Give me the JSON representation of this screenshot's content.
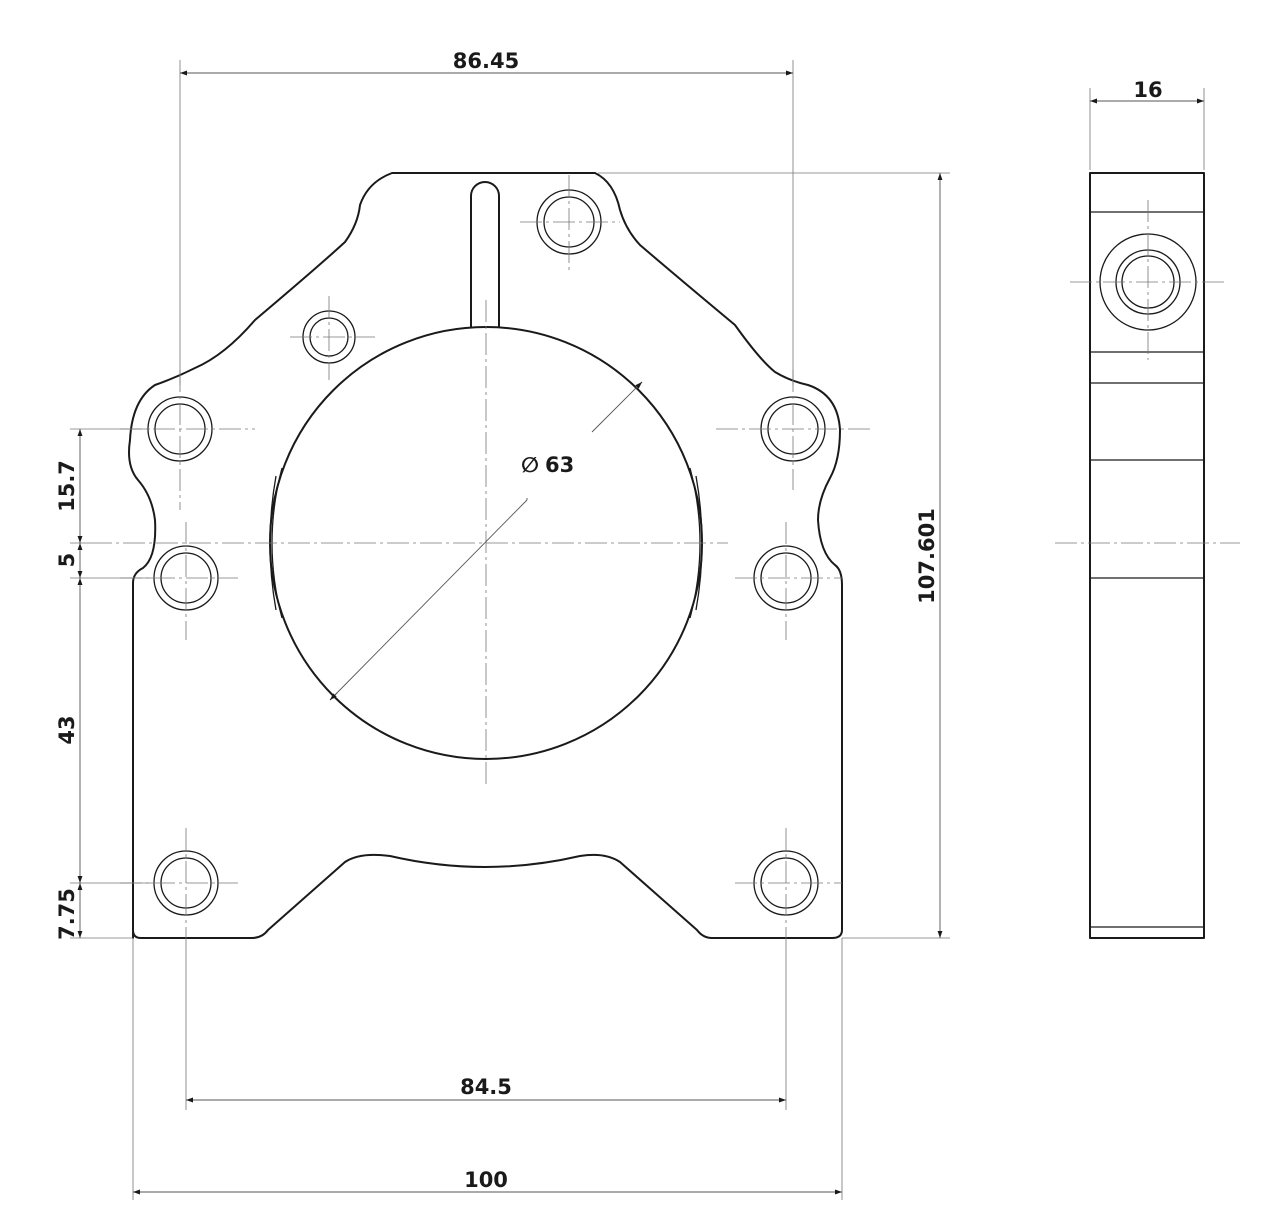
{
  "dimensions": {
    "top_width": "86.45",
    "side_thickness": "16",
    "overall_height": "107.601",
    "bore_symbol": "∅",
    "bore_diameter": "63",
    "left_upper": "15.7",
    "left_offset": "5",
    "left_middle": "43",
    "left_bottom": "7.75",
    "hole_spacing": "84.5",
    "overall_width": "100"
  },
  "colors": {
    "line": "#1a1a1a",
    "dimension": "#555555",
    "background": "#ffffff"
  }
}
